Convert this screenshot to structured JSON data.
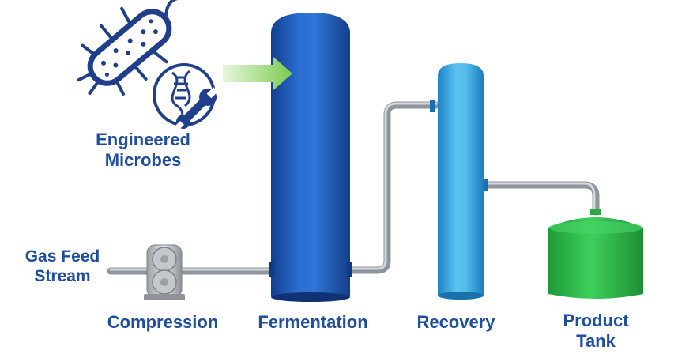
{
  "labels": {
    "engineered_microbes": [
      "Engineered",
      "Microbes"
    ],
    "gas_feed_stream": [
      "Gas Feed",
      "Stream"
    ],
    "compression": "Compression",
    "fermentation": "Fermentation",
    "recovery": "Recovery",
    "product_tank": [
      "Product",
      "Tank"
    ]
  },
  "colors": {
    "label_text": "#1f4e9c",
    "fermentation_vessel": "#1e5bb8",
    "recovery_vessel": "#3fa9e0",
    "product_tank": "#2db84a",
    "pipe": "#b9bec4",
    "feed_arrow": "#8fd16a",
    "icon_stroke": "#1f3f8a"
  },
  "icons": [
    "bacterium-icon",
    "dna-wrench-icon",
    "compressor-icon",
    "arrow-right-icon"
  ]
}
